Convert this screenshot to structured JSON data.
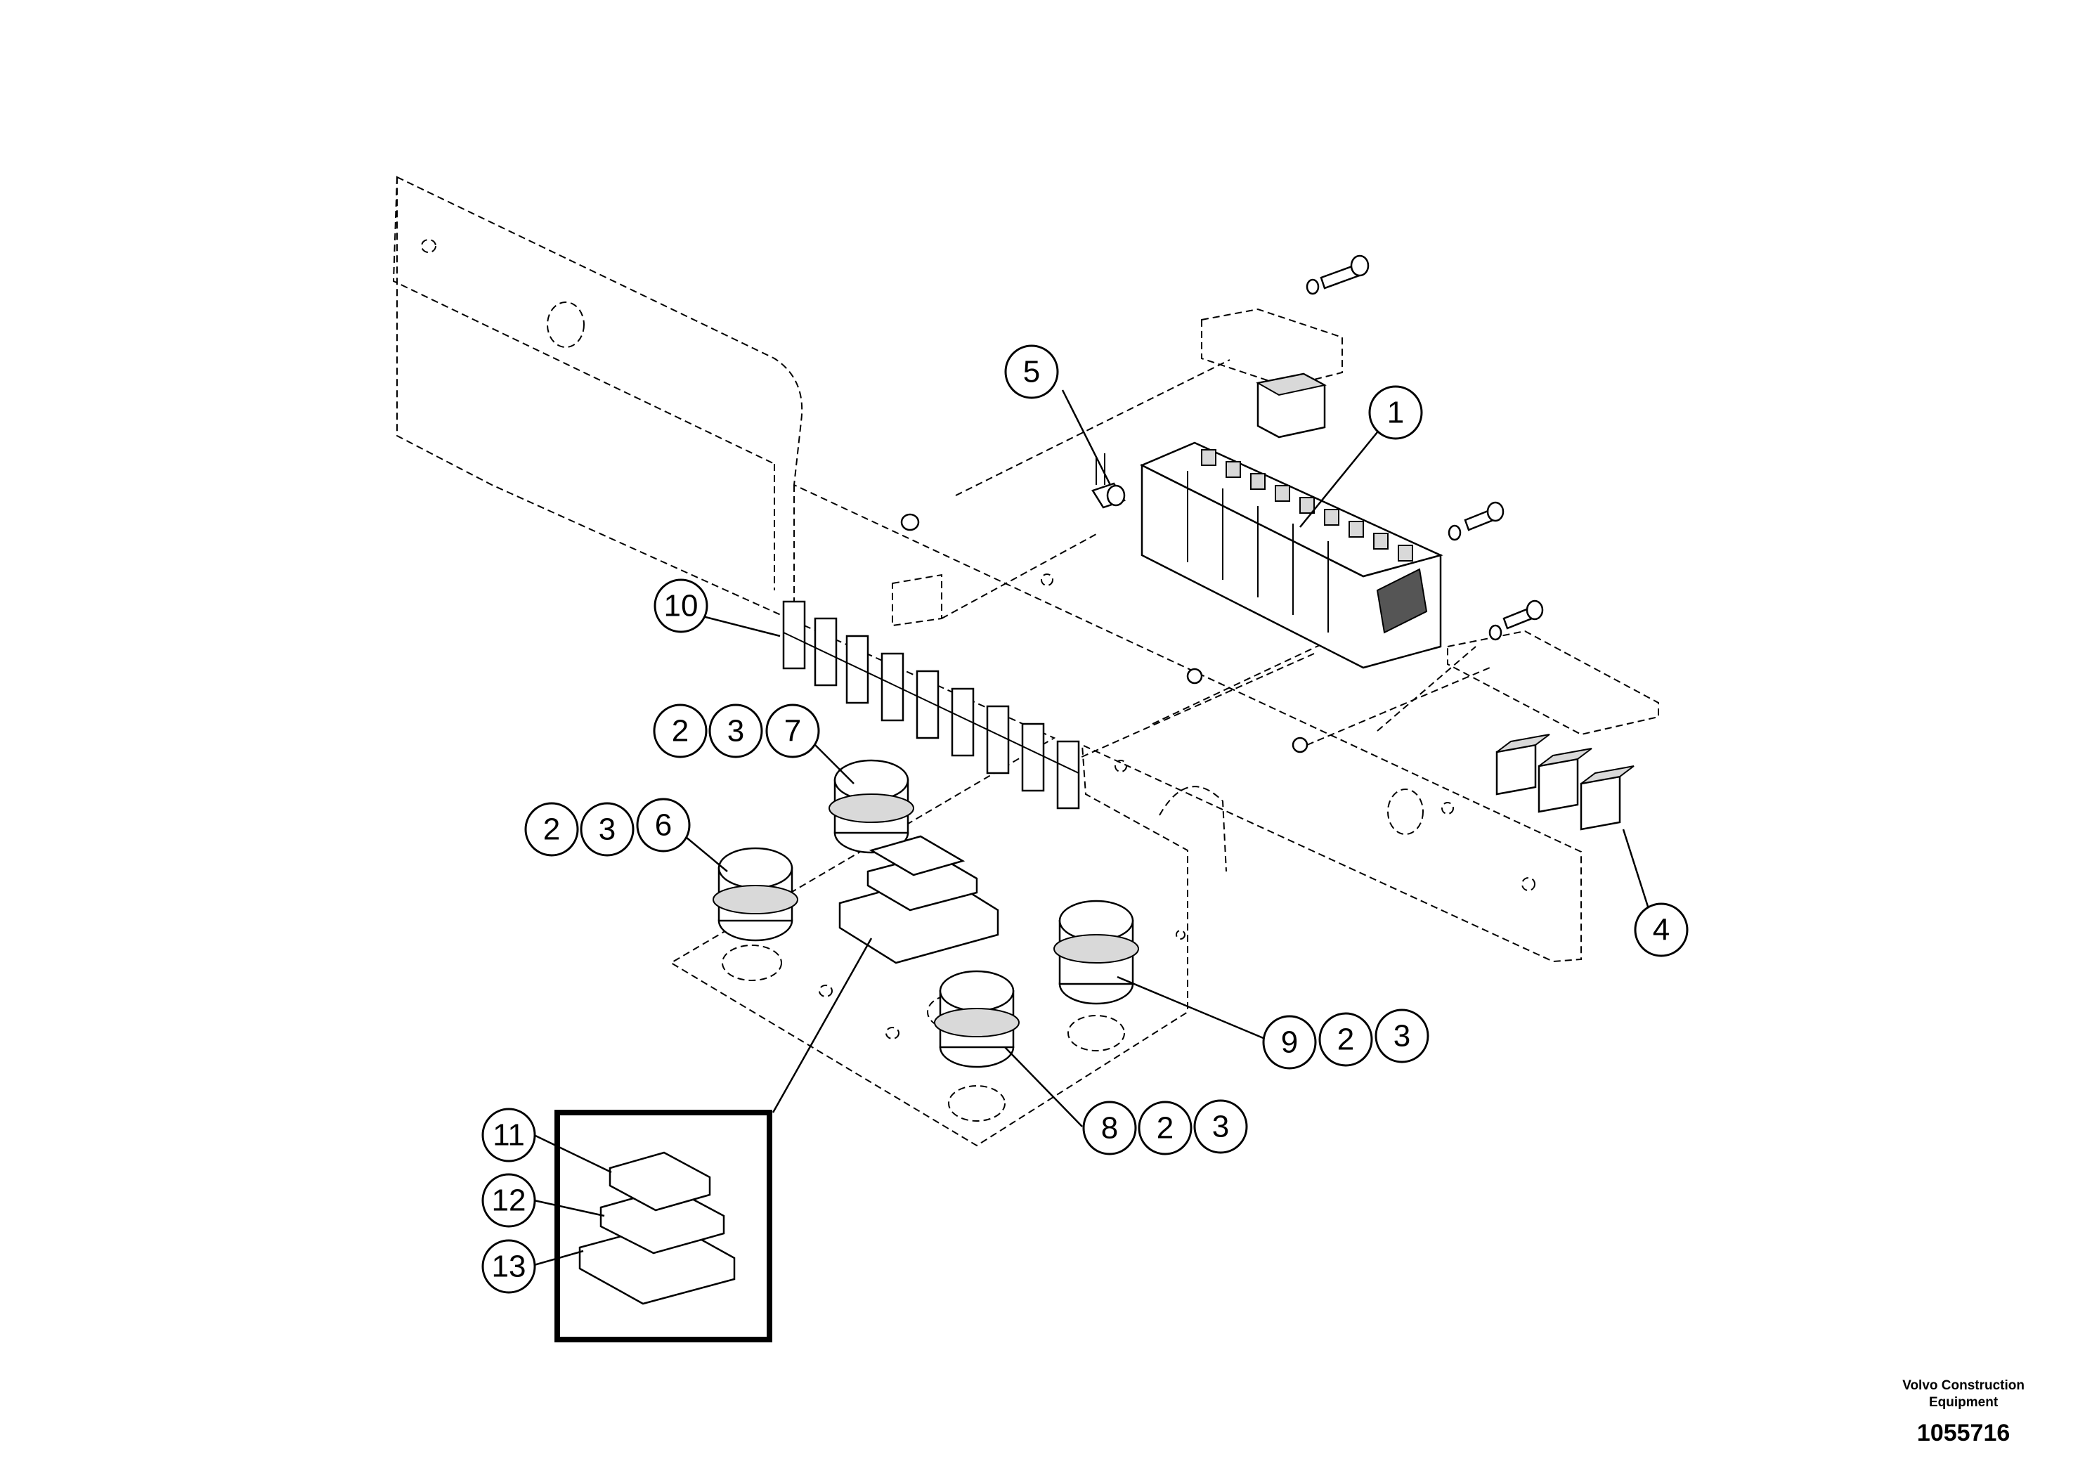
{
  "callouts": [
    {
      "id": "c1",
      "label": "1"
    },
    {
      "id": "c4",
      "label": "4"
    },
    {
      "id": "c5",
      "label": "5"
    },
    {
      "id": "c10",
      "label": "10"
    },
    {
      "id": "c2a",
      "label": "2"
    },
    {
      "id": "c3a",
      "label": "3"
    },
    {
      "id": "c7",
      "label": "7"
    },
    {
      "id": "c2b",
      "label": "2"
    },
    {
      "id": "c3b",
      "label": "3"
    },
    {
      "id": "c6",
      "label": "6"
    },
    {
      "id": "c9",
      "label": "9"
    },
    {
      "id": "c2c",
      "label": "2"
    },
    {
      "id": "c3c",
      "label": "3"
    },
    {
      "id": "c8",
      "label": "8"
    },
    {
      "id": "c2d",
      "label": "2"
    },
    {
      "id": "c3d",
      "label": "3"
    },
    {
      "id": "c11",
      "label": "11"
    },
    {
      "id": "c12",
      "label": "12"
    },
    {
      "id": "c13",
      "label": "13"
    }
  ],
  "footer": {
    "brand_line1": "Volvo Construction",
    "brand_line2": "Equipment",
    "drawing_number": "1055716"
  }
}
